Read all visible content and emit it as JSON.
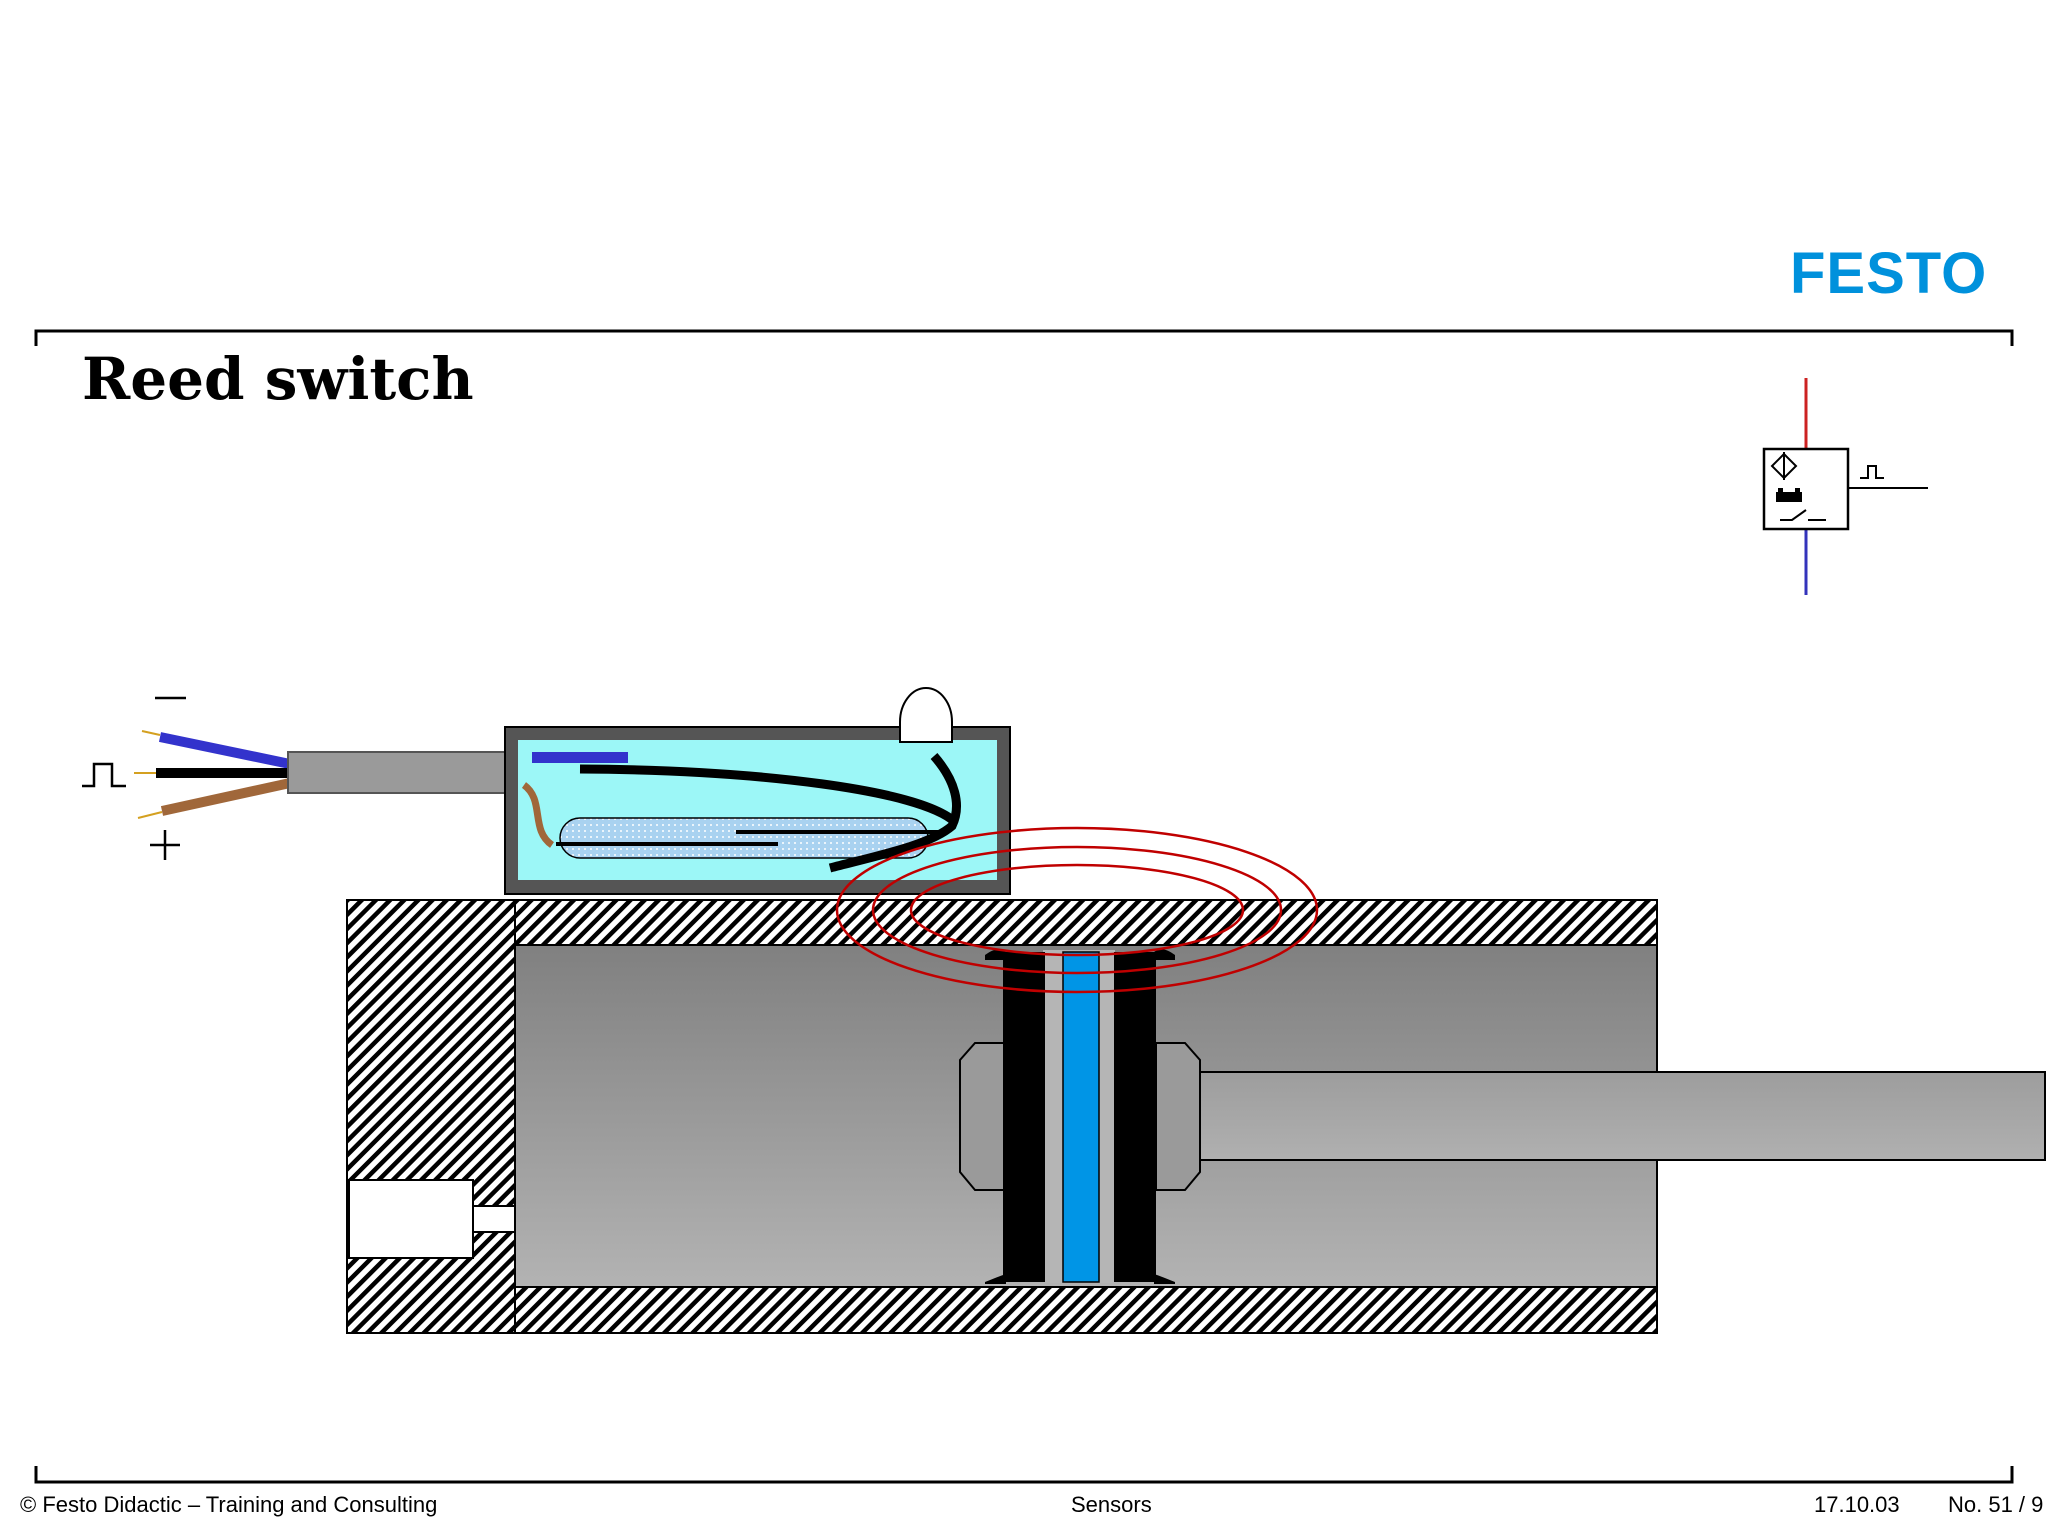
{
  "header": {
    "logo_text": "FESTO",
    "title": "Reed switch",
    "brand_color": "#0091dc"
  },
  "footer": {
    "copyright": "© Festo Didactic – Training and Consulting",
    "topic": "Sensors",
    "date": "17.10.03",
    "page": "No. 51 / 9"
  },
  "diagram": {
    "cable_labels": {
      "minus": "–",
      "plus": "+"
    },
    "colors": {
      "wire_blue": "#3333cc",
      "wire_black": "#000000",
      "wire_brown": "#a0673a",
      "housing_fill": "#9cf7f7",
      "magnet_piston": "#0095e6",
      "field_lines": "#c00000",
      "cylinder_gray": "#9a9a9a"
    }
  }
}
